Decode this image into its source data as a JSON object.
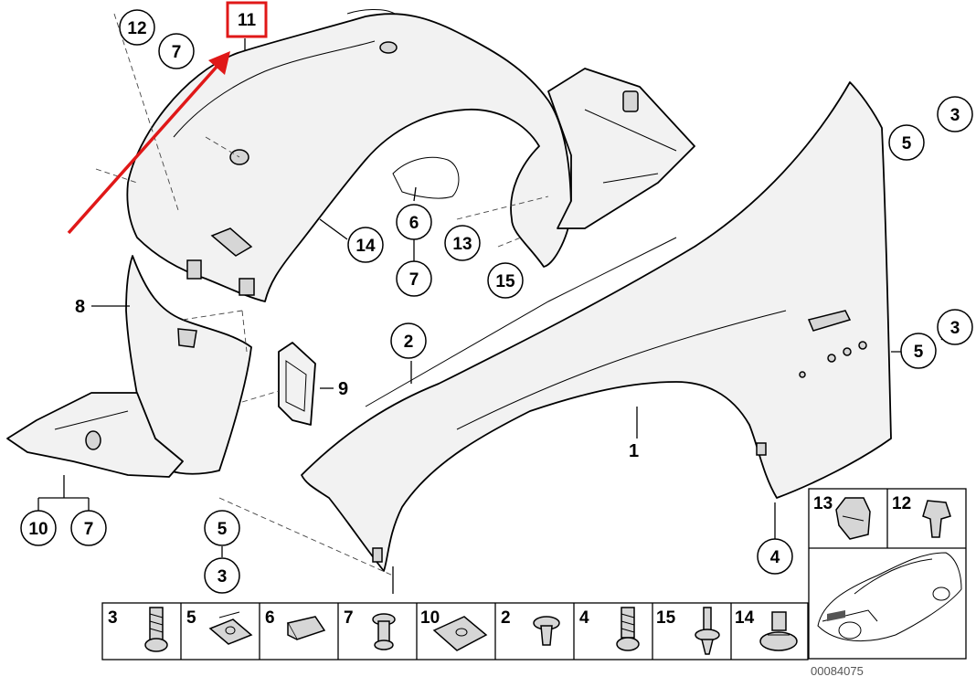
{
  "diagram": {
    "highlight": {
      "label": "11",
      "color": "#e01818"
    },
    "callouts": {
      "c12_top": "12",
      "c7_top": "7",
      "c3_right_top": "3",
      "c5_right_top": "5",
      "c3_right_mid": "3",
      "c5_right_mid": "5",
      "c14": "14",
      "c6": "6",
      "c13": "13",
      "c7_mid": "7",
      "c15": "15",
      "c2": "2",
      "c10": "10",
      "c7_bottom": "7",
      "c5_bottom": "5",
      "c3_bottom": "3",
      "c4": "4"
    },
    "labels": {
      "l8": "8",
      "l9": "9",
      "l1": "1"
    },
    "fastener_strip": [
      "3",
      "5",
      "6",
      "7",
      "10",
      "2",
      "4",
      "15",
      "14"
    ],
    "inset_grid": [
      "13",
      "12"
    ],
    "doc_number": "00084075"
  }
}
